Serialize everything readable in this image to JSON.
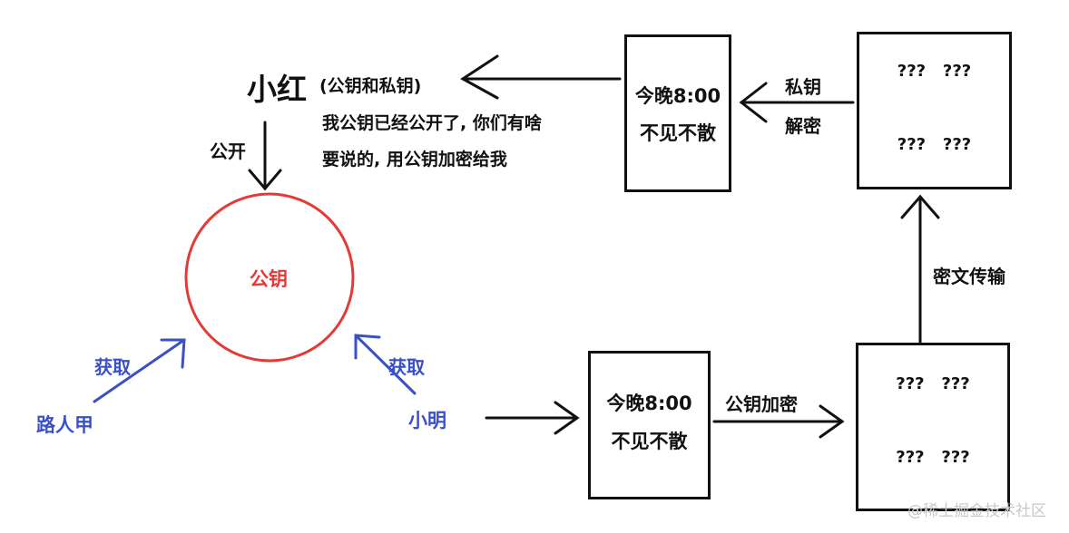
{
  "xiaohong": {
    "name": "小红",
    "keys_note": "(公钥和私钥)",
    "message_line1": "我公钥已经公开了, 你们有啥",
    "message_line2": "要说的, 用公钥加密给我",
    "publish_label": "公开"
  },
  "public_key_circle": {
    "label": "公钥"
  },
  "passerby": {
    "name": "路人甲",
    "get_label": "获取"
  },
  "xiaoming": {
    "name": "小明",
    "get_label": "获取"
  },
  "plaintext_box_bottom": {
    "line1": "今晚8:00",
    "line2": "不见不散"
  },
  "encrypt_label": "公钥加密",
  "ciphertext_box_bottom": {
    "row1": "???   ???",
    "row2": "???   ???"
  },
  "transmit_label": "密文传输",
  "ciphertext_box_top": {
    "row1": "???   ???",
    "row2": "???   ???"
  },
  "decrypt_label_line1": "私钥",
  "decrypt_label_line2": "解密",
  "plaintext_box_top": {
    "line1": "今晚8:00",
    "line2": "不见不散"
  },
  "watermark": "@稀土掘金技术社区",
  "colors": {
    "circle": "#e53935",
    "blue_text": "#3a50c8",
    "stroke": "#111111"
  }
}
